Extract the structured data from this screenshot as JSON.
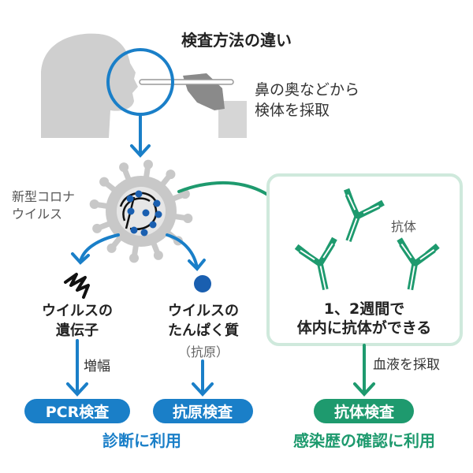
{
  "title": "検査方法の違い",
  "sampling": {
    "line1": "鼻の奥などから",
    "line2": "検体を採取"
  },
  "virus": {
    "line1": "新型コロナ",
    "line2": "ウイルス"
  },
  "antibody_label": "抗体",
  "antibody_box": {
    "line1": "1、2週間で",
    "line2": "体内に抗体ができる"
  },
  "gene": {
    "line1": "ウイルスの",
    "line2": "遺伝子"
  },
  "protein": {
    "line1": "ウイルスの",
    "line2": "たんぱく質",
    "note": "（抗原）"
  },
  "amplify": "増幅",
  "blood": "血液を採取",
  "tests": {
    "pcr": "PCR検査",
    "antigen": "抗原検査",
    "antibody": "抗体検査"
  },
  "usage": {
    "diagnosis": "診断に利用",
    "history": "感染歴の確認に利用"
  },
  "colors": {
    "blue": "#1a7fc8",
    "green": "#1e9a6e",
    "box": "#cfe9dc",
    "gray": "#c8c8c8",
    "dark_gray": "#8a8a8a"
  }
}
